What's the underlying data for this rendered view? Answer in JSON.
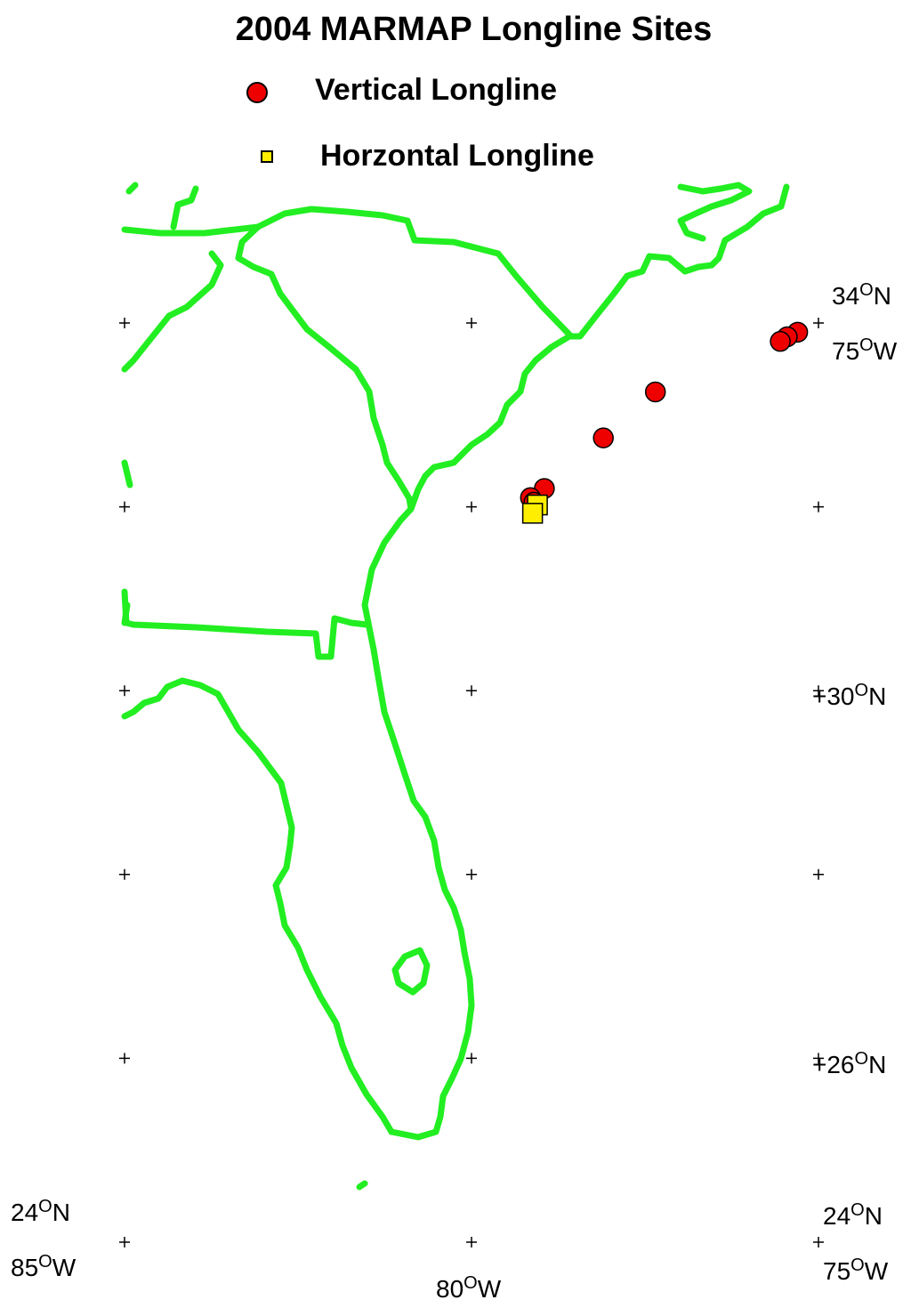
{
  "title": "2004 MARMAP Longline Sites",
  "legend": {
    "vertical_label": "Vertical Longline",
    "horizontal_label": "Horzontal Longline",
    "vertical_icon": "red-circle-icon",
    "horizontal_icon": "yellow-square-icon"
  },
  "colors": {
    "coastline": "#22ee22",
    "vertical": "#ee0000",
    "horizontal": "#ffee00",
    "marker_outline": "#000000"
  },
  "grid_crosses": {
    "longitudes_W": [
      85,
      80,
      75
    ],
    "latitudes_N": [
      24,
      26,
      28,
      30,
      32,
      34
    ]
  },
  "coordinate_labels": {
    "lat34": {
      "deg": "34",
      "sym": "O",
      "hemi": "N"
    },
    "lon75_top": {
      "deg": "75",
      "sym": "O",
      "hemi": "W"
    },
    "lat30": {
      "deg": "+30",
      "sym": "O",
      "hemi": "N"
    },
    "lat26": {
      "deg": "+26",
      "sym": "O",
      "hemi": "N"
    },
    "lat24_left": {
      "deg": "24",
      "sym": "O",
      "hemi": "N"
    },
    "lon85": {
      "deg": "85",
      "sym": "O",
      "hemi": "W"
    },
    "lon80": {
      "deg": "80",
      "sym": "O",
      "hemi": "W"
    },
    "lat24_right": {
      "deg": "24",
      "sym": "O",
      "hemi": "N"
    },
    "lon75_bottom": {
      "deg": "75",
      "sym": "O",
      "hemi": "W"
    }
  },
  "sites": {
    "vertical": [
      {
        "lon": -75.3,
        "lat": 33.9
      },
      {
        "lon": -75.45,
        "lat": 33.85
      },
      {
        "lon": -75.55,
        "lat": 33.8
      },
      {
        "lon": -77.35,
        "lat": 33.25
      },
      {
        "lon": -78.1,
        "lat": 32.75
      },
      {
        "lon": -78.95,
        "lat": 32.2
      },
      {
        "lon": -79.15,
        "lat": 32.1
      },
      {
        "lon": -79.1,
        "lat": 32.05
      }
    ],
    "horizontal": [
      {
        "lon": -79.05,
        "lat": 32.02
      },
      {
        "lon": -79.12,
        "lat": 31.93
      }
    ]
  }
}
